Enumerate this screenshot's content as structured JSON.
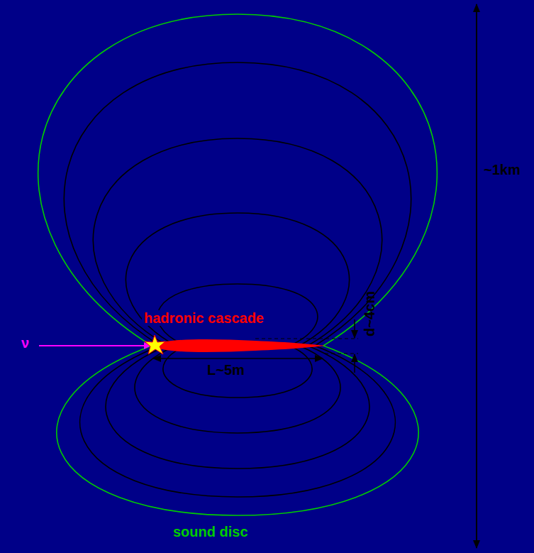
{
  "diagram": {
    "labels": [
      "ν",
      "hadronic cascade",
      "L~5m",
      "d~4cm",
      "~1km",
      "sound disc"
    ]
  }
}
